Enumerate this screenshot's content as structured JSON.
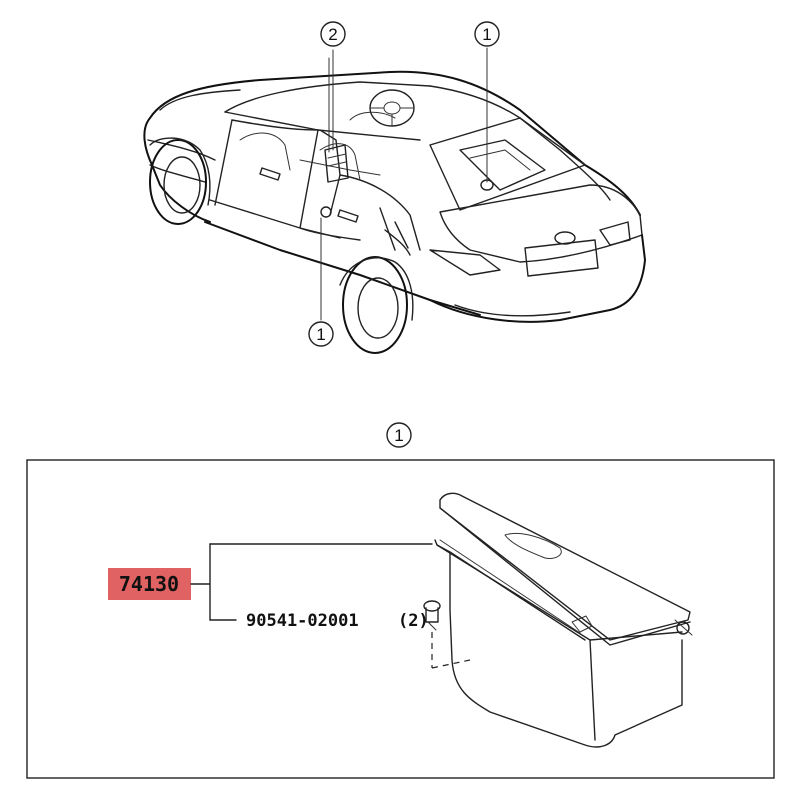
{
  "top_view": {
    "callouts": [
      "2",
      "1",
      "1"
    ]
  },
  "detail_view": {
    "callout": "1",
    "part_main": {
      "number": "74130",
      "highlight_color": "#e06262"
    },
    "part_sub": {
      "number": "90541-02001",
      "quantity": "(2)"
    }
  }
}
